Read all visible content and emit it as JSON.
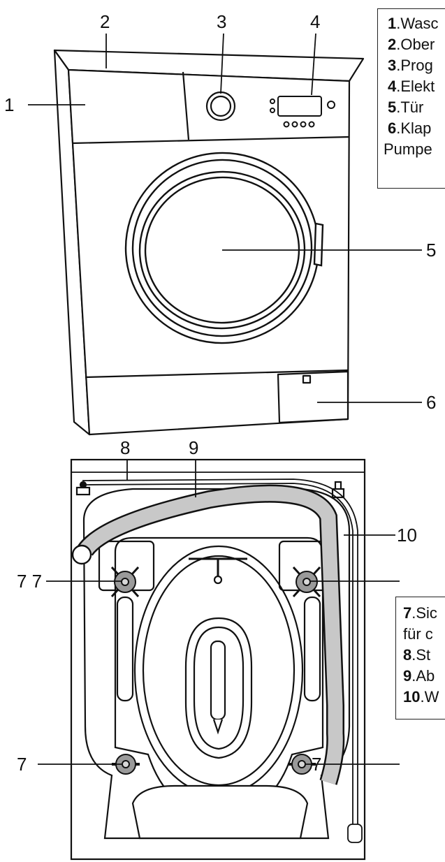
{
  "callouts_top": [
    "1",
    "2",
    "3",
    "4",
    "5",
    "6"
  ],
  "callouts_bottom": [
    "7 7",
    "7",
    "7",
    "8",
    "9",
    "10"
  ],
  "legend_top": {
    "items": [
      {
        "num": "1",
        "text": ".Wasc"
      },
      {
        "num": "2",
        "text": ".Ober"
      },
      {
        "num": "3",
        "text": ".Prog"
      },
      {
        "num": "4",
        "text": ".Elekt"
      },
      {
        "num": "5",
        "text": ".Tür"
      },
      {
        "num": "6",
        "text": ".Klap"
      }
    ],
    "continuation": "Pumpe"
  },
  "legend_bottom": {
    "items": [
      {
        "num": "7",
        "text": ".Sic"
      },
      {
        "num": "",
        "text": "für c"
      },
      {
        "num": "8",
        "text": ".St"
      },
      {
        "num": "9",
        "text": ".Ab"
      },
      {
        "num": "10",
        "text": ".W"
      }
    ]
  }
}
